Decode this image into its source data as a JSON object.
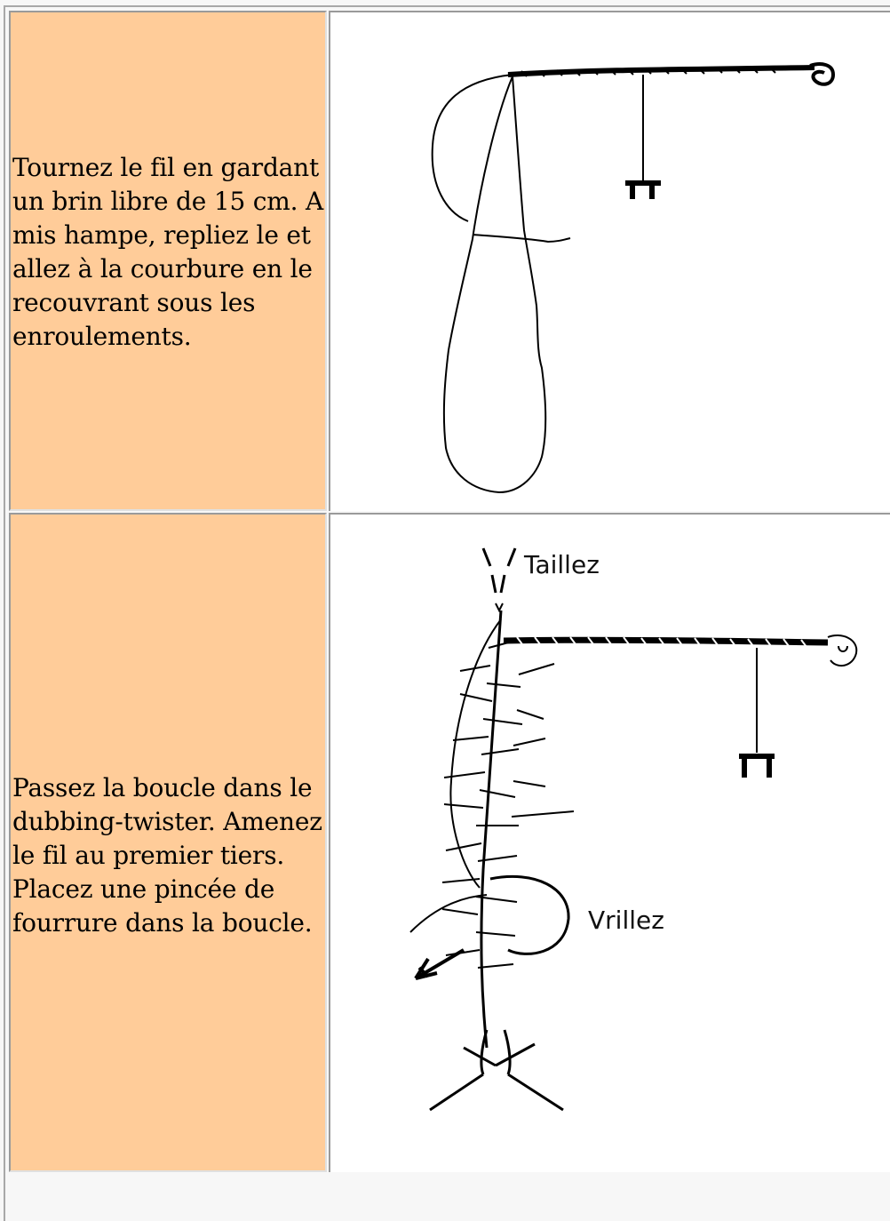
{
  "steps": [
    {
      "instruction": "Tournez le fil en gardant un brin libre de 15 cm. A mis hampe, repliez le et allez à la courbure en le recouvrant sous les enroulements.",
      "illustration_icon": "hook-thread-loop-icon",
      "labels": []
    },
    {
      "instruction": "Passez la boucle dans le dubbing-twister. Amenez le fil au premier tiers. Placez une pincée de fourrure dans la boucle.",
      "illustration_icon": "dubbing-loop-twist-icon",
      "labels": [
        "Taillez",
        "Vrillez"
      ]
    }
  ],
  "colors": {
    "text_cell_background": "#ffcc99",
    "image_cell_background": "#ffffff",
    "page_background": "#f7f7f7"
  }
}
